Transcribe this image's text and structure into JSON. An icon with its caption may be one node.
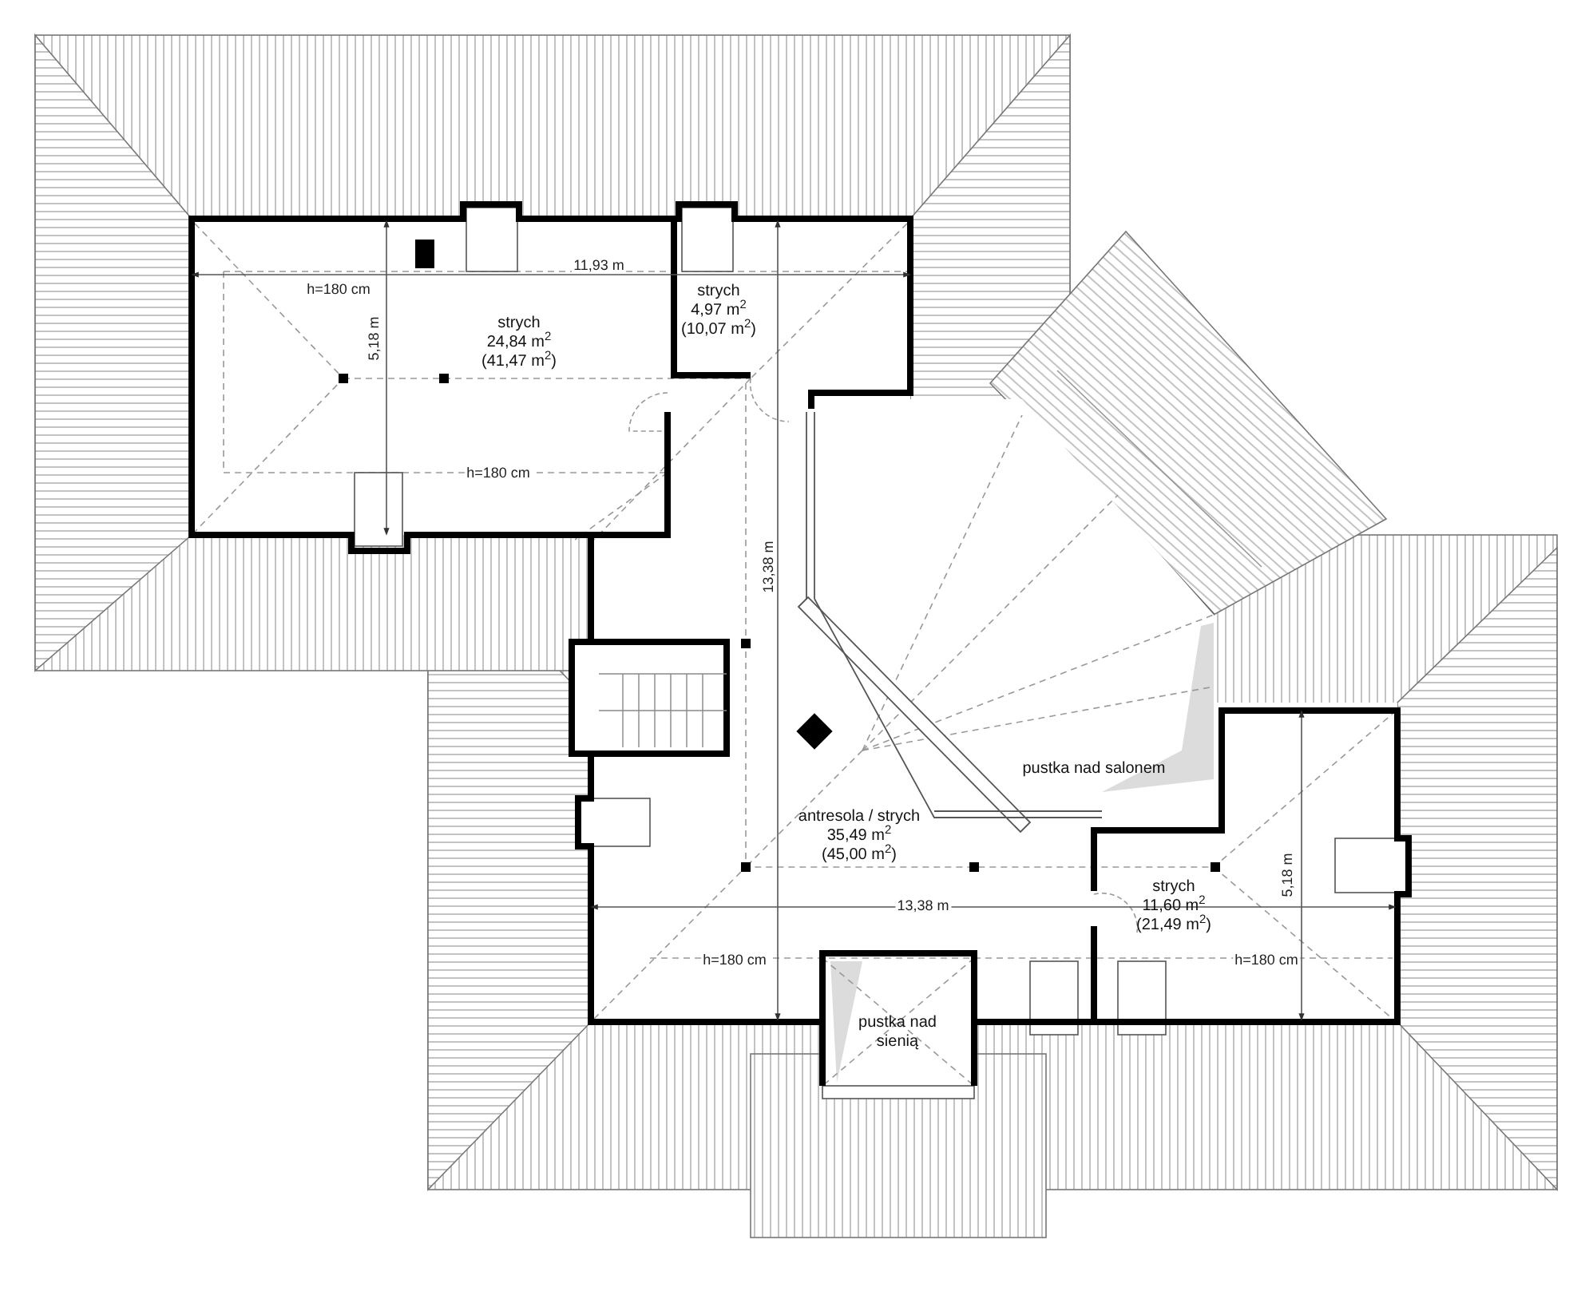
{
  "diagram": {
    "nodes": [
      {
        "text": [
          "strych",
          "24,84 m$^{2}$",
          "(41,47 m$^{2}$)"
        ]
      },
      {
        "text": [
          "strych",
          "4,97 m$^{2}$",
          "(10,07 m$^{2}$)"
        ]
      },
      {
        "text": [
          "antresola / strych",
          "35,49 m$^{2}$",
          "(45,00 m$^{2}$)"
        ]
      },
      {
        "text": [
          "pustka nad salonem"
        ]
      },
      {
        "text": [
          "strych",
          "11,60 m$^{2}$",
          "(21,49 m$^{2}$)"
        ]
      },
      {
        "text": [
          "pustka nad sienią"
        ]
      }
    ],
    "labels": [
      "11,93 m",
      "h=180 cm",
      "5,18 m",
      "h=180 cm",
      "13,38 m",
      "13,38 m",
      "5,18 m",
      "h=180 cm",
      "h=180 cm"
    ]
  }
}
